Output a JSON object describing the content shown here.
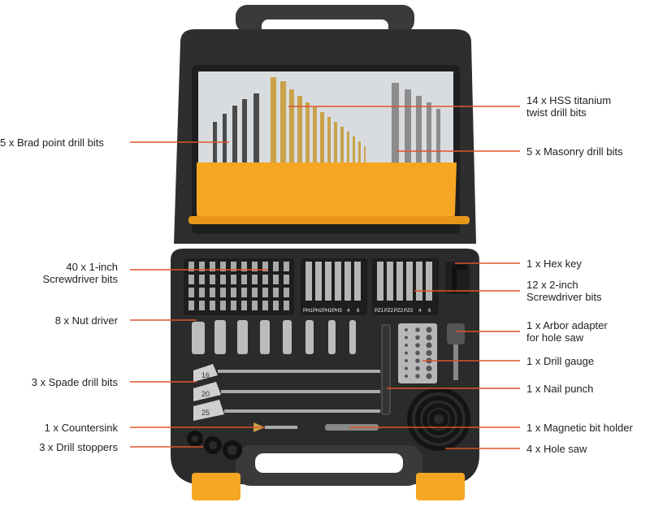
{
  "labels": {
    "brad_point": "5 x Brad point drill bits",
    "hss_line1": "14 x HSS titanium",
    "hss_line2": "twist drill bits",
    "masonry": "5 x Masonry drill bits",
    "screwdriver1_line1": "40 x 1-inch",
    "screwdriver1_line2": "Screwdriver bits",
    "hex_key": "1 x Hex key",
    "screwdriver2_line1": "12 x 2-inch",
    "screwdriver2_line2": "Screwdriver bits",
    "nut_driver": "8 x Nut driver",
    "arbor_line1": "1 x Arbor adapter",
    "arbor_line2": "for hole saw",
    "drill_gauge": "1 x Drill gauge",
    "spade": "3 x Spade drill bits",
    "nail_punch": "1 x Nail punch",
    "countersink": "1 x Countersink",
    "magnetic": "1 x Magnetic bit holder",
    "stoppers": "3 x Drill stoppers",
    "hole_saw": "4 x Hole saw"
  },
  "bit_labels": {
    "short": [
      "PH1",
      "PH2",
      "PH2",
      "PH3",
      "4",
      "6"
    ],
    "long": [
      "PZ1",
      "PZ2",
      "PZ2",
      "PZ3",
      "4",
      "6"
    ]
  },
  "spade_sizes": [
    "16",
    "20",
    "25"
  ],
  "colors": {
    "case": "#2b2b2b",
    "case_light": "#4a4a4a",
    "accent": "#f5a623",
    "leader": "#e0522a",
    "gold": "#c9a24a",
    "steel": "#9a9a9a"
  }
}
